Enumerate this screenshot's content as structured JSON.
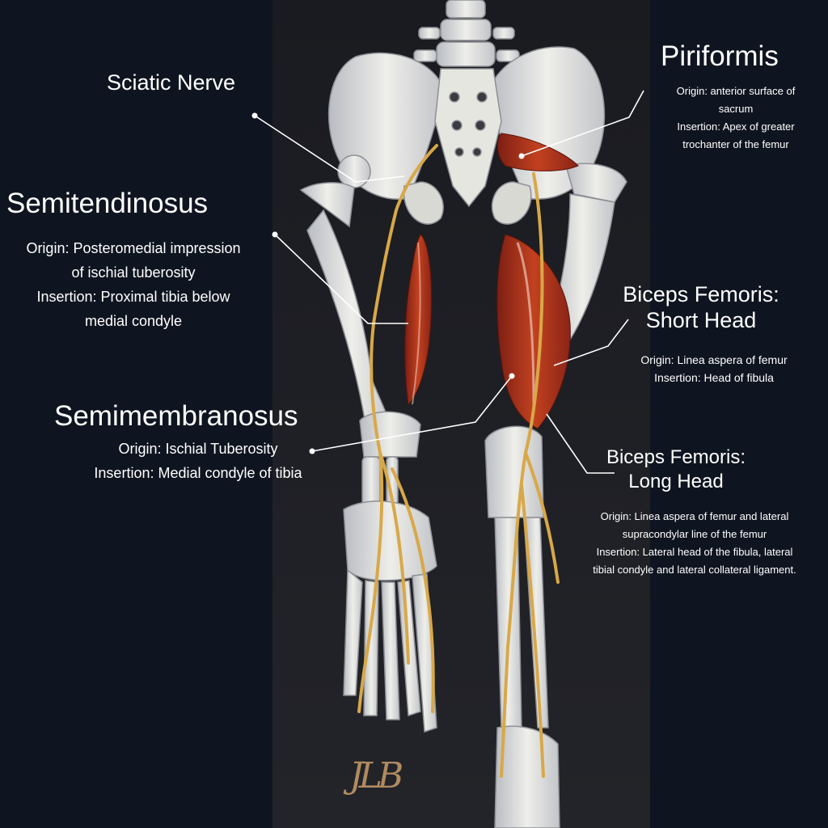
{
  "labels": {
    "sciatic": {
      "title": "Sciatic Nerve"
    },
    "semitendinosus": {
      "title": "Semitendinosus",
      "lines": [
        "Origin: Posteromedial impression",
        "of ischial tuberosity",
        "Insertion: Proximal tibia below",
        "medial condyle"
      ]
    },
    "semimembranosus": {
      "title": "Semimembranosus",
      "lines": [
        "Origin: Ischial Tuberosity",
        "Insertion: Medial condyle of tibia"
      ]
    },
    "piriformis": {
      "title": "Piriformis",
      "lines": [
        "Origin: anterior surface of",
        "sacrum",
        "Insertion: Apex of greater",
        "trochanter of the femur"
      ]
    },
    "biceps_short": {
      "title_lines": [
        "Biceps Femoris:",
        "Short Head"
      ],
      "lines": [
        "Origin: Linea aspera of femur",
        "Insertion: Head of fibula"
      ]
    },
    "biceps_long": {
      "title_lines": [
        "Biceps Femoris:",
        "Long Head"
      ],
      "lines": [
        "Origin: Linea aspera of femur and lateral",
        "supracondylar line of the femur",
        "Insertion: Lateral head of the fibula, lateral",
        "tibial condyle and lateral collateral ligament."
      ]
    }
  },
  "colors": {
    "background": "#0f1520",
    "painting_background": "#1d1e22",
    "bone": "#dcdcd6",
    "muscle": "#b5331f",
    "nerve": "#d8a848",
    "leader_line": "#ffffff"
  }
}
